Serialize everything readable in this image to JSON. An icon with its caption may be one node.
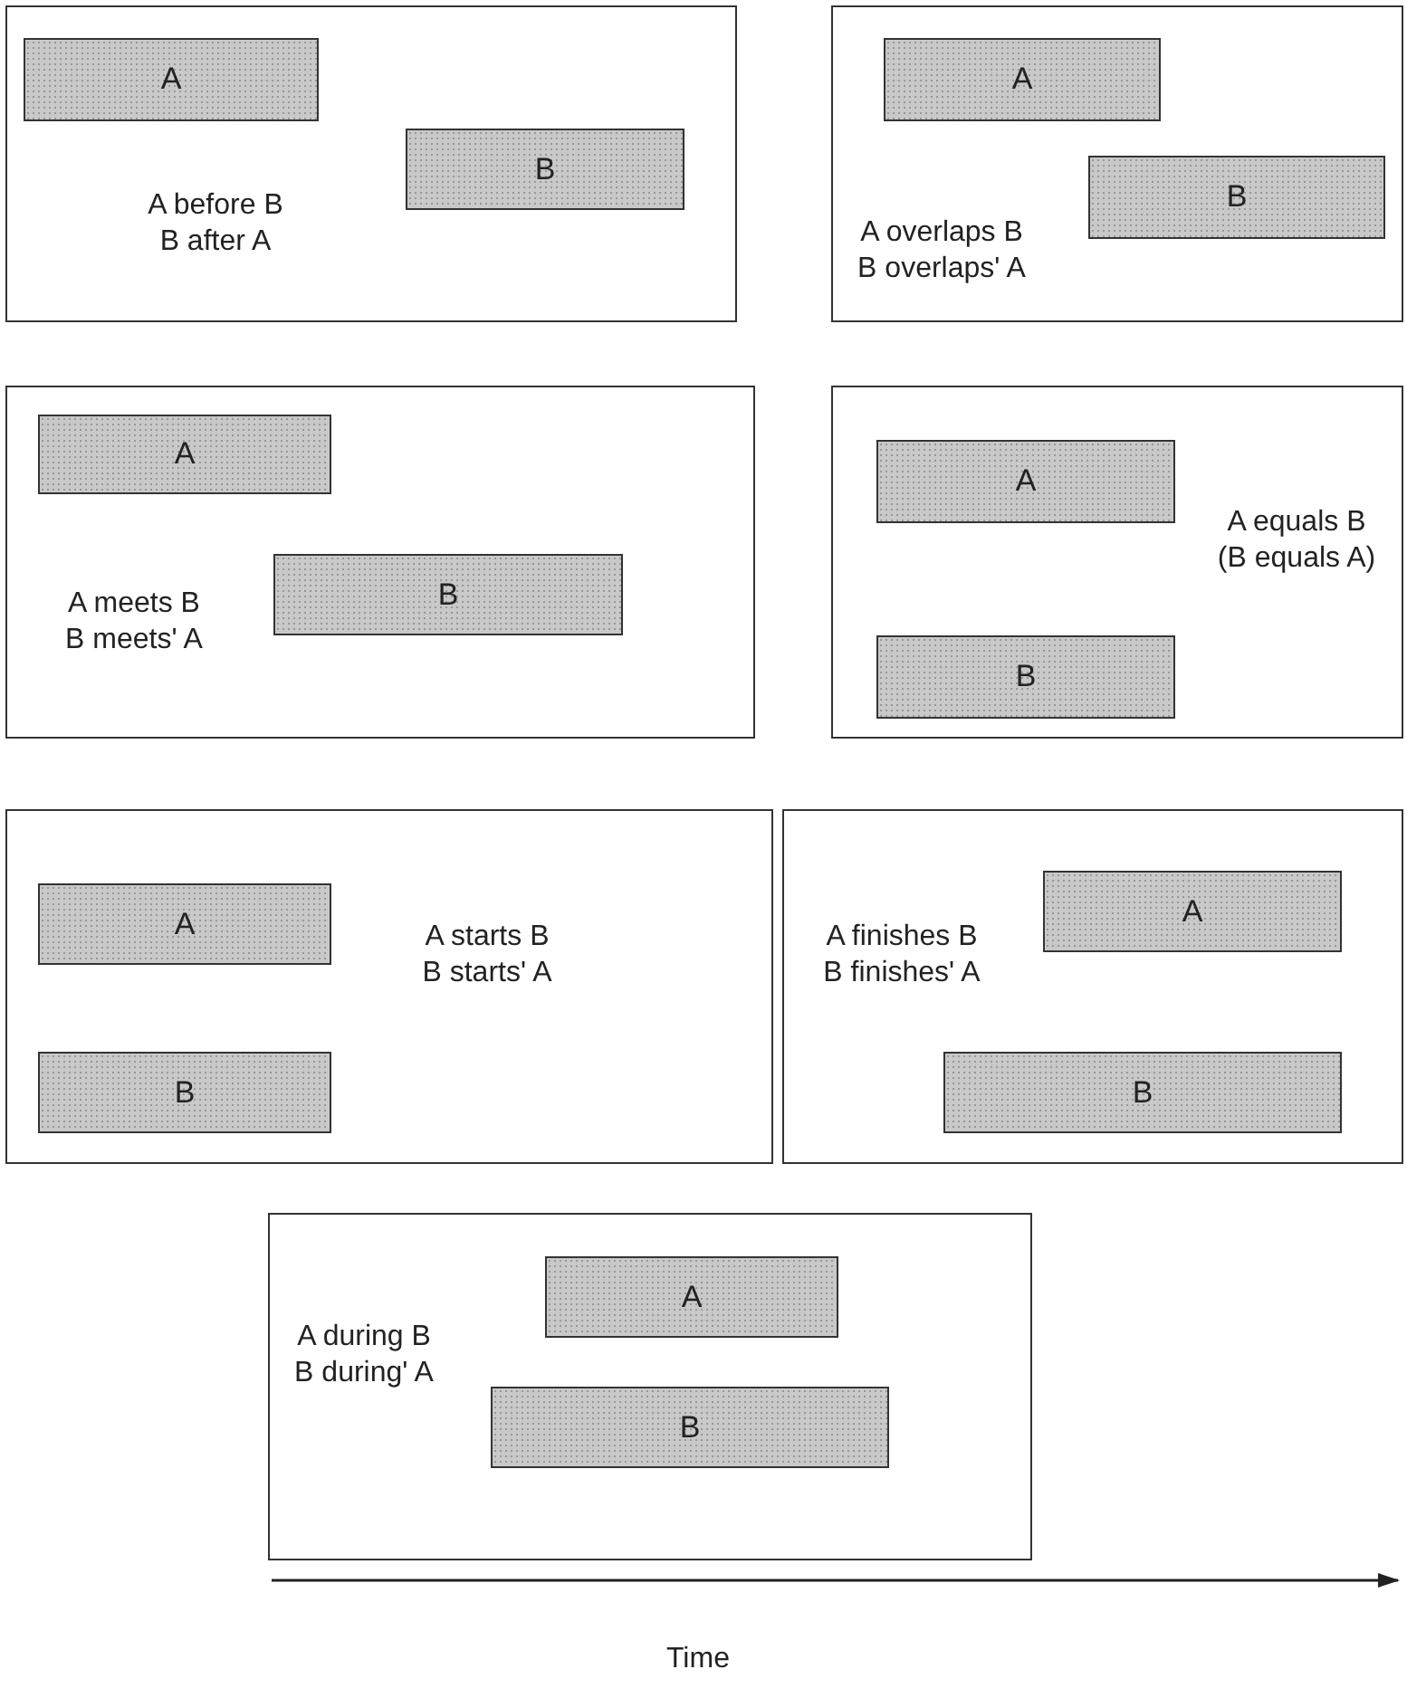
{
  "diagram": {
    "nodes": [
      {
        "text": [
          "A before B",
          "B after A"
        ]
      },
      {
        "text": [
          "A"
        ],
        "in": 0
      },
      {
        "text": [
          "B"
        ],
        "in": 0
      },
      {
        "text": [
          "A overlaps B",
          "B overlaps' A"
        ]
      },
      {
        "text": [
          "A"
        ],
        "in": 3
      },
      {
        "text": [
          "B"
        ],
        "in": 3
      },
      {
        "text": [
          "A meets B",
          "B meets' A"
        ]
      },
      {
        "text": [
          "A"
        ],
        "in": 6
      },
      {
        "text": [
          "B"
        ],
        "in": 6
      },
      {
        "text": [
          "A equals B",
          "(B equals A)"
        ]
      },
      {
        "text": [
          "A"
        ],
        "in": 9
      },
      {
        "text": [
          "B"
        ],
        "in": 9
      },
      {
        "text": [
          "A starts B",
          "B starts' A"
        ]
      },
      {
        "text": [
          "A"
        ],
        "in": 12
      },
      {
        "text": [
          "B"
        ],
        "in": 12
      },
      {
        "text": [
          "A finishes B",
          "B finishes' A"
        ]
      },
      {
        "text": [
          "A"
        ],
        "in": 15
      },
      {
        "text": [
          "B"
        ],
        "in": 15
      },
      {
        "text": [
          "A during B",
          "B during' A"
        ]
      },
      {
        "text": [
          "A"
        ],
        "in": 18
      },
      {
        "text": [
          "B"
        ],
        "in": 18
      }
    ],
    "labels": [
      "Time"
    ]
  }
}
